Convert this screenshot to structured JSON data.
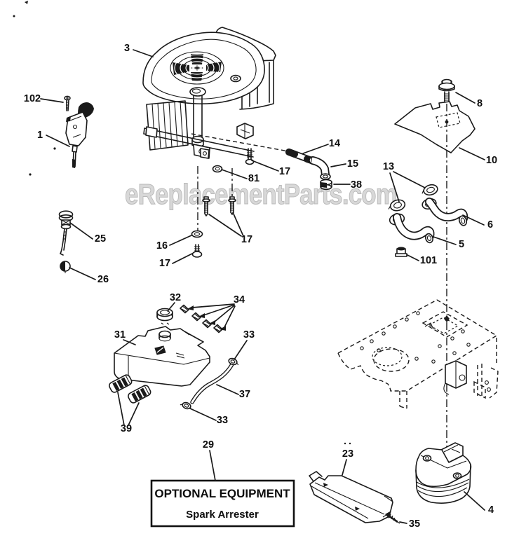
{
  "watermark": {
    "text": "eReplacementParts.com"
  },
  "optional_equipment_box": {
    "title": "OPTIONAL EQUIPMENT",
    "subtitle": "Spark Arrester"
  },
  "callouts": {
    "screw_102": "102",
    "throttle_control_1": "1",
    "engine_3": "3",
    "bolt_8": "8",
    "heat_shield_10": "10",
    "hose_14": "14",
    "elbow_15": "15",
    "fitting_38": "38",
    "bolt_17_engine": "17",
    "nut_81": "81",
    "clamps_13": "13",
    "pipe_6": "6",
    "pipe_5": "5",
    "nut_101": "101",
    "dipstick_25": "25",
    "nut_26": "26",
    "washer_16": "16",
    "bolt_17_lower": "17",
    "bolts_17_pair": "17",
    "cap_32": "32",
    "fasteners_34": "34",
    "tank_31": "31",
    "clamp_33_upper": "33",
    "hose_37": "37",
    "clamp_33_lower": "33",
    "bushings_39": "39",
    "cover_23": "23",
    "spark_arrester_29": "29",
    "muffler_4": "4",
    "screw_35": "35"
  },
  "colors": {
    "ink": "#1a1a1a",
    "watermark": "#d8d8d8"
  }
}
